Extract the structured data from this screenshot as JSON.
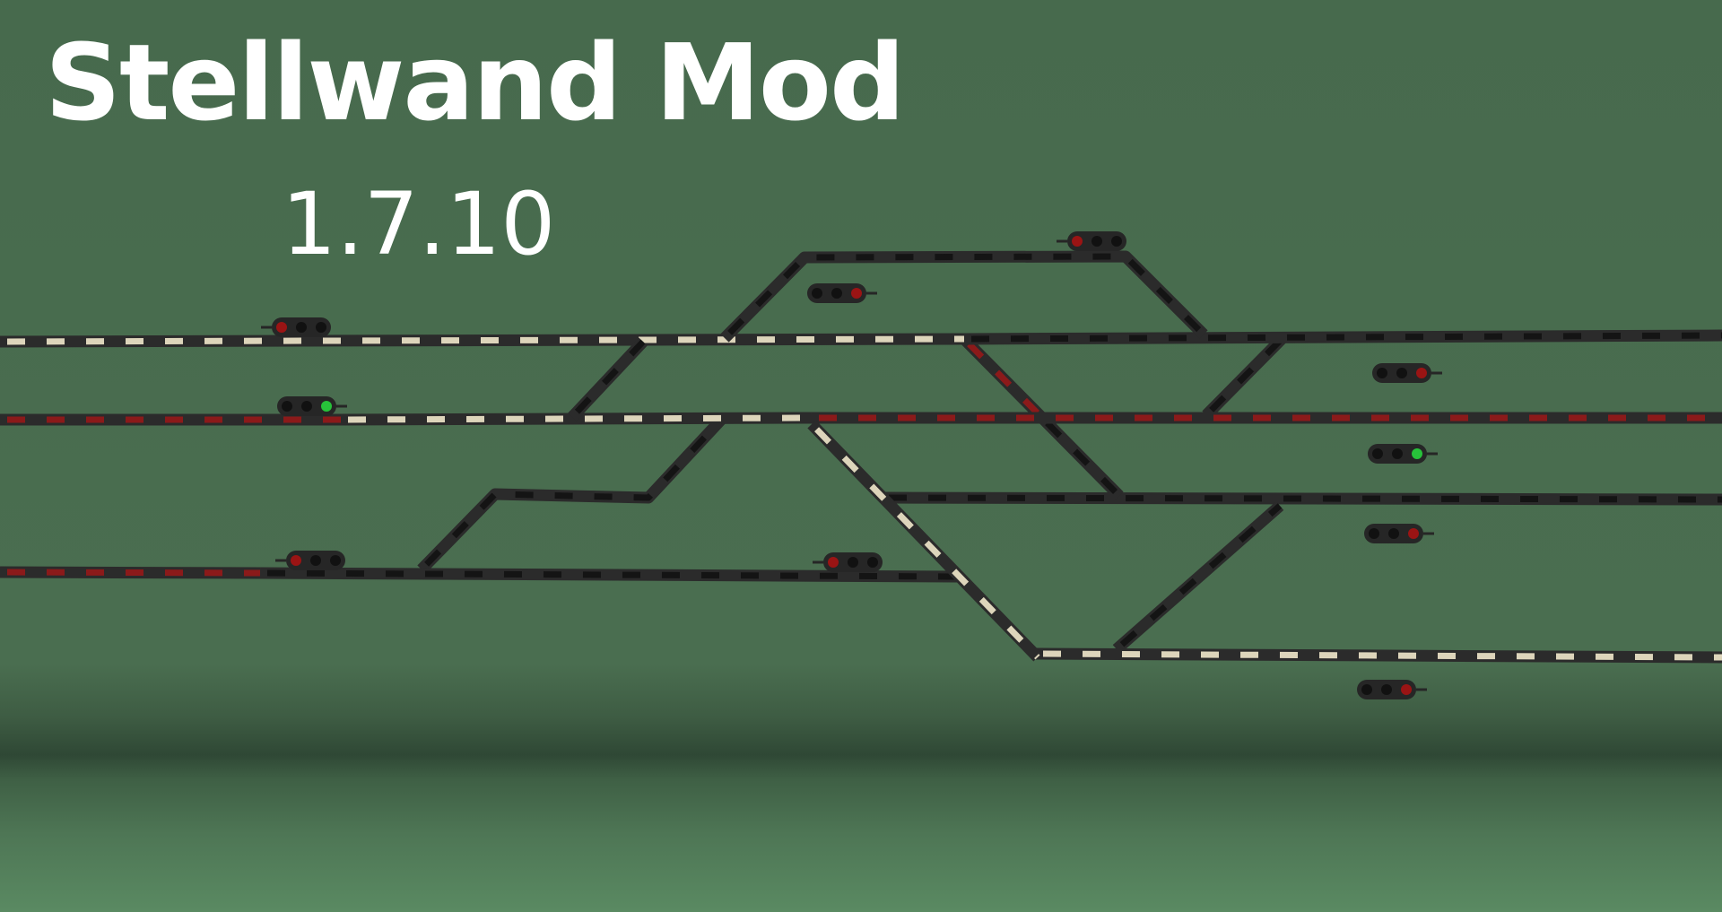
{
  "title": "Stellwand Mod",
  "version": "1.7.10",
  "colors": {
    "background": "#476a4d",
    "track": "#2b2b2b",
    "segment_free": "#141414",
    "segment_reserved": "#ddd5bb",
    "segment_occupied": "#8b1a1a",
    "signal_body": "#262626",
    "signal_lamp_off": "#111111",
    "signal_red": "#9a1414",
    "signal_green": "#27c23a"
  },
  "icons": [
    "track-segment-icon",
    "main-signal-icon"
  ],
  "tracks": [
    {
      "name": "track-1-left",
      "state": "reserved"
    },
    {
      "name": "track-1-right",
      "state": "free"
    },
    {
      "name": "track-2-left",
      "state": "occupied"
    },
    {
      "name": "track-2-mid",
      "state": "reserved"
    },
    {
      "name": "track-2-right",
      "state": "occupied"
    },
    {
      "name": "track-3-left",
      "state": "occupied"
    },
    {
      "name": "track-3-right",
      "state": "free"
    },
    {
      "name": "upper-loop",
      "state": "free"
    },
    {
      "name": "middle-loop",
      "state": "free"
    },
    {
      "name": "lower-loop",
      "state": "reserved"
    },
    {
      "name": "diagonal-route",
      "state": "reserved"
    }
  ],
  "signals": [
    {
      "name": "signal-track1-west",
      "aspect": "red"
    },
    {
      "name": "signal-track2-west",
      "aspect": "green"
    },
    {
      "name": "signal-track3-west",
      "aspect": "red"
    },
    {
      "name": "signal-upper-loop-east",
      "aspect": "red"
    },
    {
      "name": "signal-upper-loop-west",
      "aspect": "red"
    },
    {
      "name": "signal-track1-east",
      "aspect": "red"
    },
    {
      "name": "signal-track2-east",
      "aspect": "green"
    },
    {
      "name": "signal-middle-loop-east",
      "aspect": "red"
    },
    {
      "name": "signal-track3-mid",
      "aspect": "red"
    },
    {
      "name": "signal-lower-loop-east",
      "aspect": "red"
    }
  ]
}
